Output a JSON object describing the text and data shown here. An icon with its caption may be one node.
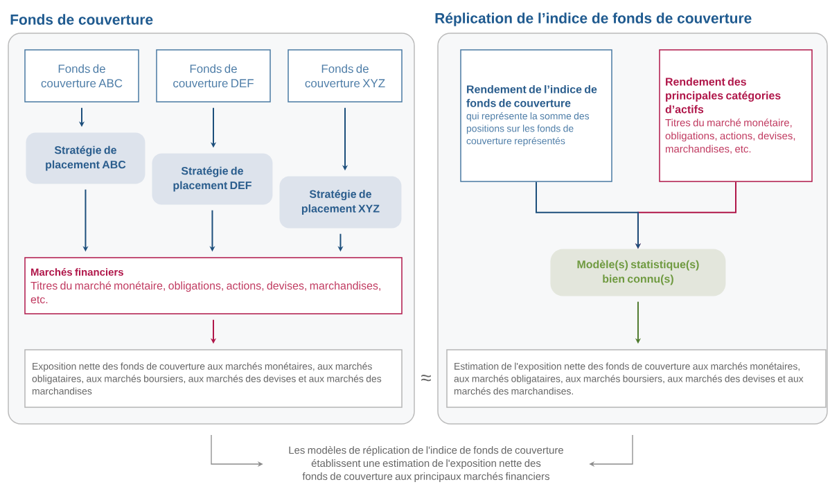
{
  "diagram": {
    "nodes": [
      {
        "text": [
          "Fonds de couverture"
        ]
      },
      {
        "text": [
          "Réplication de l’indice de fonds de couverture"
        ]
      },
      {
        "text": [
          "Fonds de couverture ABC"
        ],
        "in": 0
      },
      {
        "text": [
          "Fonds de couverture DEF"
        ],
        "in": 0
      },
      {
        "text": [
          "Fonds de couverture XYZ"
        ],
        "in": 0
      },
      {
        "text": [
          "Stratégie de placement ABC"
        ],
        "in": 0
      },
      {
        "text": [
          "Stratégie de placement DEF"
        ],
        "in": 0
      },
      {
        "text": [
          "Stratégie de placement XYZ"
        ],
        "in": 0
      },
      {
        "text": [
          "Marchés financiers",
          "Titres du marché monétaire, obligations, actions, devises, marchandises, etc."
        ],
        "in": 0
      },
      {
        "text": [
          "Exposition nette des fonds de couverture aux marchés monétaires, aux marchés obligataires, aux marchés boursiers, aux marchés des devises et aux marchés des marchandises"
        ],
        "in": 0
      },
      {
        "text": [
          "Rendement de l’indice de fonds de couverture",
          "qui représente la somme des positions sur les fonds de couverture représentés"
        ],
        "in": 1
      },
      {
        "text": [
          "Rendement des principales catégories d’actifs",
          "Titres du marché monétaire, obligations, actions, devises, marchandises, etc."
        ],
        "in": 1
      },
      {
        "text": [
          "Modèle(s) statistique(s) bien connu(s)"
        ],
        "in": 1
      },
      {
        "text": [
          "Estimation de l'exposition nette des fonds de couverture aux marchés monétaires, aux marchés obligataires, aux marchés boursiers, aux marchés des devises et aux marchés des marchandises."
        ],
        "in": 1
      },
      {
        "text": [
          "Les modèles de réplication de l'indice de fonds de couverture établissent une estimation de l'exposition nette des fonds de couverture aux principaux marchés financiers"
        ]
      }
    ],
    "edges": [
      {
        "from": 2,
        "to": 5,
        "arrow": "to"
      },
      {
        "from": 3,
        "to": 6,
        "arrow": "to"
      },
      {
        "from": 4,
        "to": 7,
        "arrow": "to"
      },
      {
        "from": 5,
        "to": 8,
        "arrow": "to"
      },
      {
        "from": 6,
        "to": 8,
        "arrow": "to"
      },
      {
        "from": 7,
        "to": 8,
        "arrow": "to"
      },
      {
        "from": 8,
        "to": 9,
        "arrow": "to",
        "color": "#b0174a"
      },
      {
        "from": 10,
        "to": 12,
        "arrow": "to"
      },
      {
        "from": 11,
        "to": 12,
        "arrow": "to",
        "color": "#b0174a"
      },
      {
        "from": 12,
        "to": 13,
        "arrow": "to",
        "color": "#4f7a2e"
      },
      {
        "from": 0,
        "to": 14,
        "arrow": "to",
        "color": "#8a8a8a"
      },
      {
        "from": 1,
        "to": 14,
        "arrow": "to",
        "color": "#8a8a8a"
      }
    ],
    "labels": [
      "≈"
    ]
  }
}
